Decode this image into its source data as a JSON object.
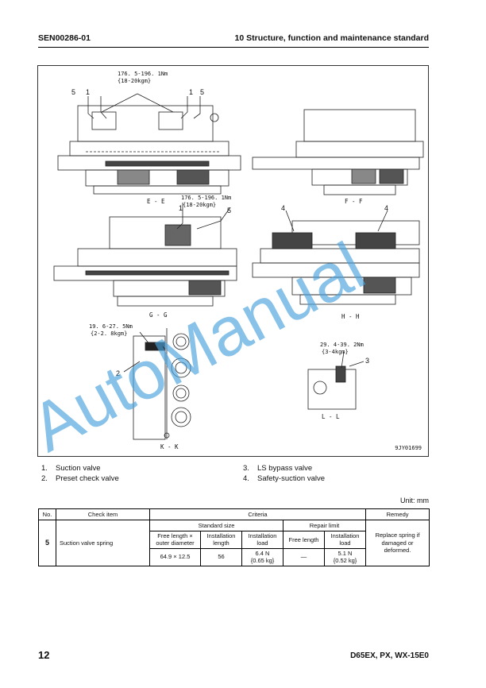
{
  "header": {
    "doc_code": "SEN00286-01",
    "section_title": "10 Structure, function and maintenance standard"
  },
  "figure": {
    "code": "9JY01699",
    "torque_top": [
      "176. 5-196. 1Nm",
      "{18-20kgm}"
    ],
    "torque_gg": [
      "176. 5-196. 1Nm",
      "{18-20kgm}"
    ],
    "torque_kk": [
      "19. 6-27. 5Nm",
      "{2-2. 8kgm}"
    ],
    "torque_ll": [
      "29. 4-39. 2Nm",
      "{3-4kgm}"
    ],
    "section_ee": "E - E",
    "section_ff": "F - F",
    "section_gg": "G - G",
    "section_hh": "H - H",
    "section_kk": "K - K",
    "section_ll": "L - L",
    "callouts": {
      "c1": "1",
      "c2": "2",
      "c3": "3",
      "c4": "4",
      "c5": "5"
    }
  },
  "watermark": "AutoManual",
  "captions": [
    {
      "num": "1.",
      "text": "Suction valve"
    },
    {
      "num": "2.",
      "text": "Preset check valve"
    },
    {
      "num": "3.",
      "text": "LS bypass valve"
    },
    {
      "num": "4.",
      "text": "Safety-suction valve"
    }
  ],
  "unit": "Unit: mm",
  "table": {
    "headers": {
      "no": "No.",
      "check_item": "Check item",
      "criteria": "Criteria",
      "remedy": "Remedy"
    },
    "standard_size": "Standard size",
    "repair_limit": "Repair limit",
    "cols": {
      "free_length_od": [
        "Free length ×",
        "outer diameter"
      ],
      "installation_length": [
        "Installation",
        "length"
      ],
      "installation_load": [
        "Installation",
        "load"
      ],
      "free_length": "Free length",
      "installation_load_limit": [
        "Installation",
        "load"
      ]
    },
    "row": {
      "no": "5",
      "item": "Suction valve spring",
      "free_length_od": "64.9 × 12.5",
      "installation_length": "56",
      "installation_load": [
        "6.4 N",
        "{0.65 kg}"
      ],
      "free_length_limit": "—",
      "installation_load_limit": [
        "5.1 N",
        "{0.52 kg}"
      ],
      "remedy": [
        "Replace spring if",
        "damaged or",
        "deformed."
      ]
    }
  },
  "footer": {
    "page": "12",
    "model": "D65EX, PX, WX-15E0"
  }
}
